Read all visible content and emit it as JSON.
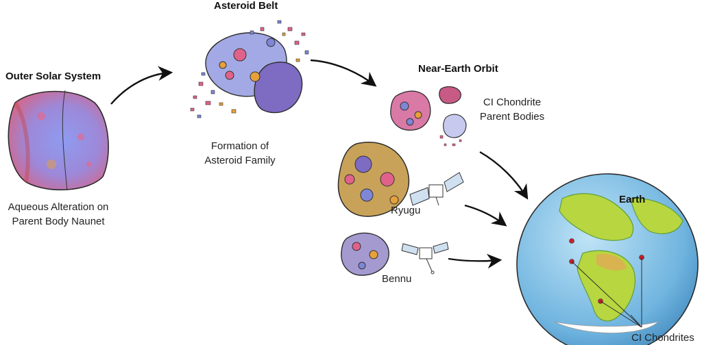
{
  "stages": {
    "outer": {
      "title": "Outer Solar System",
      "caption_line1": "Aqueous Alteration on",
      "caption_line2": "Parent Body Naunet"
    },
    "belt": {
      "title": "Asteroid Belt",
      "caption_line1": "Formation of",
      "caption_line2": "Asteroid Family"
    },
    "near_earth": {
      "title": "Near-Earth Orbit",
      "parent_line1": "CI Chondrite",
      "parent_line2": "Parent Bodies",
      "ryugu": "Ryugu",
      "bennu": "Bennu"
    },
    "earth": {
      "title": "Earth",
      "meteorites": "CI Chondrites"
    }
  },
  "colors": {
    "ocean": "#6fb4df",
    "land": "#b7d640",
    "land_dark": "#5f9e3a",
    "desert": "#d8b34f",
    "rock_blue": "#7e86d6",
    "rock_pink": "#e0628a",
    "rock_orange": "#e8a03a",
    "outline": "#2b2b2b"
  }
}
